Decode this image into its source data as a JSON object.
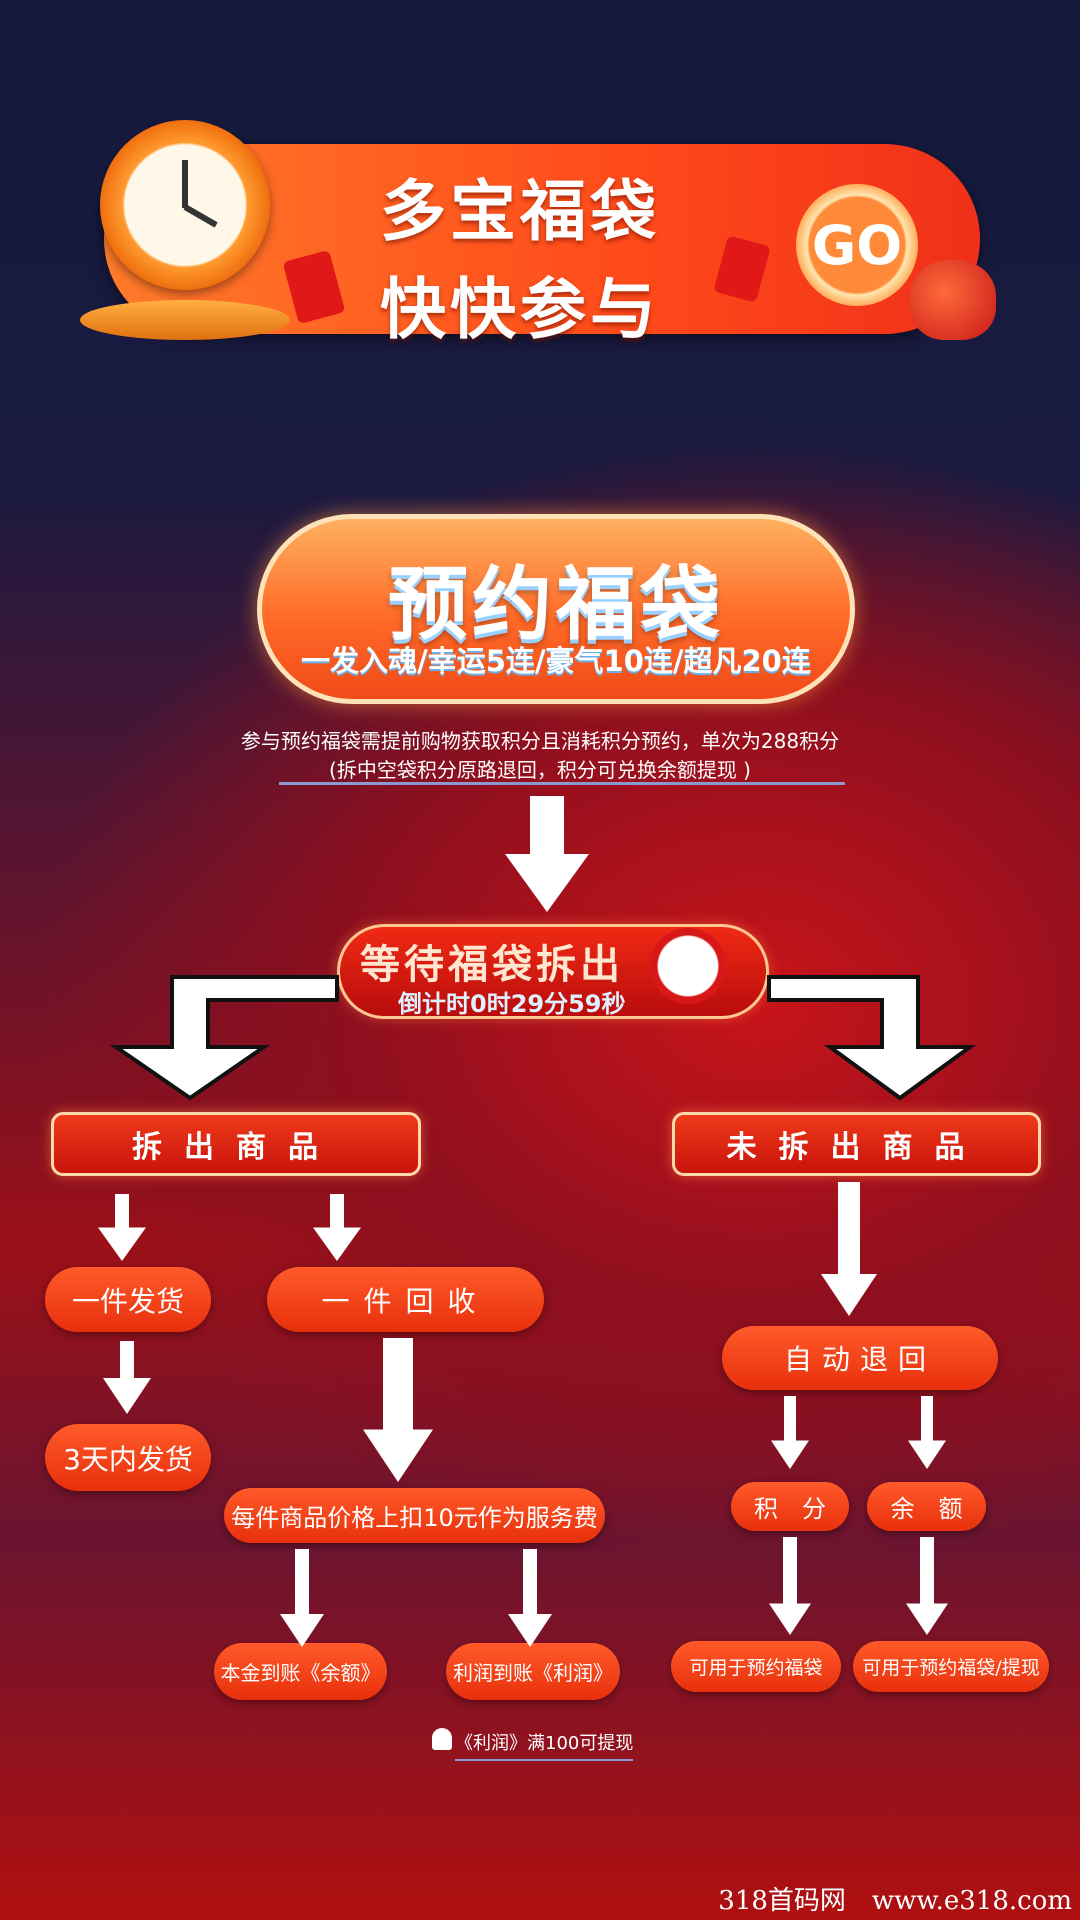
{
  "banner": {
    "line1": "多宝福袋",
    "line2": "快快参与",
    "go": "GO"
  },
  "reserve": {
    "title": "预约福袋",
    "subtitle": "一发入魂/幸运5连/豪气10连/超凡20连",
    "desc1": "参与预约福袋需提前购物获取积分且消耗积分预约，单次为288积分",
    "desc2": "(拆中空袋积分原路退回，积分可兑换余额提现 )"
  },
  "waiting": {
    "title": "等待福袋拆出",
    "countdown": "倒计时0时29分59秒"
  },
  "opened": {
    "title": "拆出商品",
    "ship": "一件发货",
    "ship_time": "3天内发货",
    "recycle": "一件回收",
    "fee": "每件商品价格上扣10元作为服务费",
    "principal": "本金到账《余额》",
    "profit": "利润到账《利润》",
    "note": "《利润》满100可提现"
  },
  "unopened": {
    "title": "未拆出商品",
    "auto_return": "自动退回",
    "points": "积　分",
    "balance": "余　额",
    "points_use": "可用于预约福袋",
    "balance_use": "可用于预约福袋/提现"
  },
  "watermark": "318首码网　www.e318.com",
  "colors": {
    "accent": "#ff5a2a",
    "bg_top": "#141a3c",
    "bg_bottom": "#b01010"
  }
}
